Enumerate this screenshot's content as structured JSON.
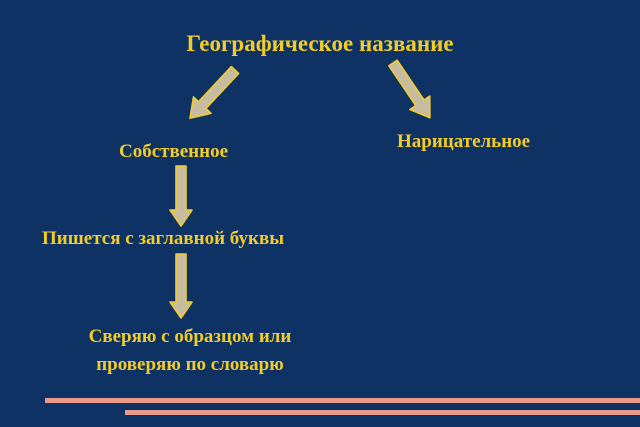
{
  "diagram": {
    "title": "Географическое название",
    "own": "Собственное",
    "common": "Нарицательное",
    "capital": "Пишется с заглавной буквы",
    "check_lines": [
      "Сверяю с образцом или",
      "проверяю по словарю"
    ]
  },
  "colors": {
    "background": "#0d3263",
    "text": "#f2cc2a",
    "arrow_fill": "#c8bca0",
    "arrow_stroke": "#f2cc2a",
    "stripe": "#eb9a8a"
  }
}
